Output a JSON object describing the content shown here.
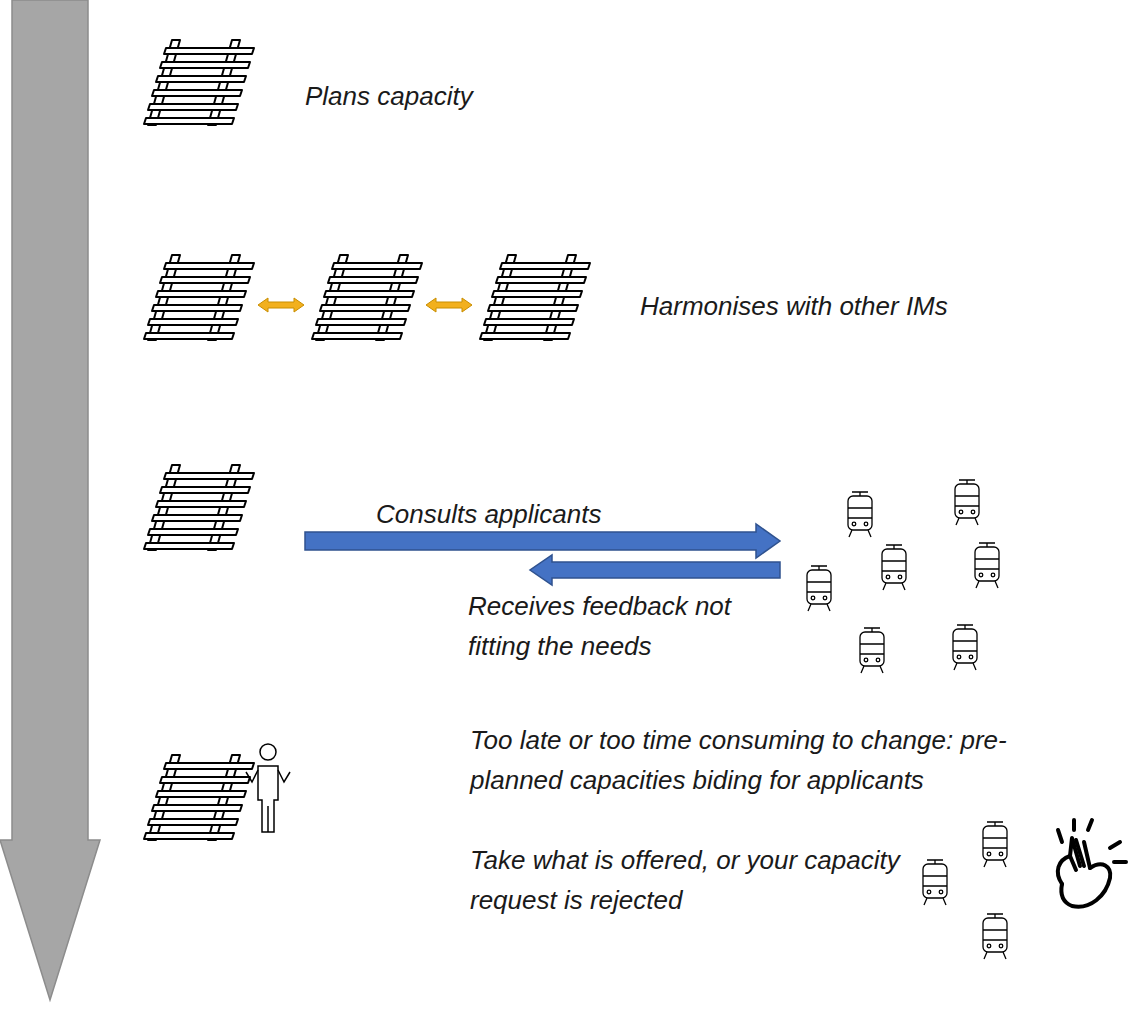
{
  "diagram": {
    "labels": [
      "Plans capacity",
      "Harmonises with other IMs",
      "Consults applicants",
      "Receives feedback not fitting the needs",
      "Too late or too time consuming to change: pre-planned capacities biding for applicants",
      "Take what is offered, or your capacity request is rejected"
    ]
  }
}
